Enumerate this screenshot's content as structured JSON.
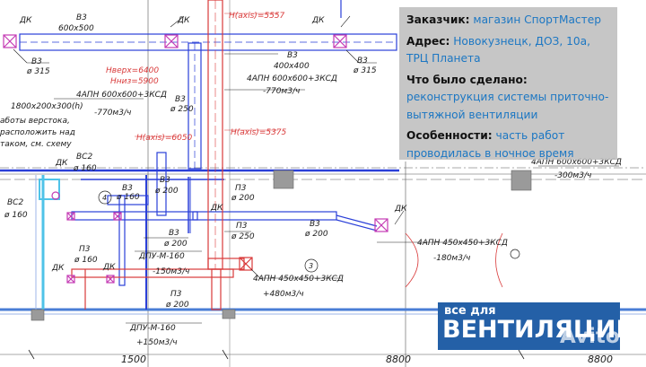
{
  "labels": {
    "b3_600x500": "В3",
    "dim_600x500": "600х500",
    "dk_top1": "ДК",
    "dk_top2": "ДК",
    "dk_top3": "ДК",
    "h_axis_5557": "H(axis)=5557",
    "h_axis_6050": "H(axis)=6050",
    "h_axis_5375": "H(axis)=5375",
    "hverh": "Hверх=6400",
    "hniz": "Hниз=5900",
    "b3_left": "В3",
    "d315_left": "ø 315",
    "b3_right_top": "В3",
    "d315_right": "ø 315",
    "b3_400x400": "В3",
    "dim_400x400": "400х400",
    "anp_left": "4АПН  600х600+3КСД",
    "flow_left": "-770м3/ч",
    "anp_mid": "4АПН  600х600+3КСД",
    "flow_mid": "-770м3/ч",
    "b3_250": "В3",
    "d250": "ø 250",
    "note_dim": "1800х200х300(h)",
    "note_l1": "аботы верстока,",
    "note_l2": "расположить над",
    "note_l3": "таком, см. схему",
    "bc2_top": "ВС2",
    "d160_top": "ø 160",
    "dk_left": "ДК",
    "bc2_left": "ВС2",
    "d160_left": "ø 160",
    "b3_160": "В3",
    "d160_b3": "ø 160",
    "b3_200": "В3",
    "d200_b3": "ø 200",
    "circle_4": "4",
    "b3_200b": "В3",
    "d200_b3b": "ø 200",
    "p3_200a": "П3",
    "d200_p3a": "ø 200",
    "p3_250": "П3",
    "d250_p3": "ø 250",
    "dk_mid": "ДК",
    "p3_160": "П3",
    "d160_p3": "ø 160",
    "dk_p3": "ДК",
    "dk_p3b": "ДК",
    "dpu_1": "ДПУ-М-160",
    "flow_150_neg": "-150м3/ч",
    "p3_200b": "П3",
    "d200_p3b": "ø 200",
    "dpu_2": "ДПУ-М-160",
    "flow_150_pos": "+150м3/ч",
    "anp_480": "4АПН  450х450+3КСД",
    "flow_480": "+480м3/ч",
    "circle_3": "3",
    "b3_200c": "В3",
    "d200_b3c": "ø 200",
    "dk_right": "ДК",
    "anp_180": "4АПН  450х450+3КСД",
    "flow_180": "-180м3/ч",
    "flow_300": "-300м3/ч",
    "anp_partial": "4АПН  600х600+3КСД",
    "dim_1500": "1500",
    "dim_8800_a": "8800",
    "dim_8800_b": "8800"
  },
  "info": {
    "customer_label": "Заказчик:",
    "customer_value": "магазин СпортМастер",
    "address_label": "Адрес:",
    "address_value": "Новокузнецк, ДОЗ, 10а, ТРЦ Планета",
    "done_label": "Что было сделано:",
    "done_value": "реконструкция системы приточно-вытяжной вентиляции",
    "features_label": "Особенности:",
    "features_value": "часть работ проводилась в ночное время"
  },
  "brand": {
    "small": "все для",
    "big": "ВЕНТИЛЯЦИИ"
  },
  "watermark": "Avito",
  "colors": {
    "duct_blue": "#2a3fd8",
    "wall_blue": "#4a7dd6",
    "red_duct": "#d93a3a",
    "pink_fitting": "#c43bb4",
    "cyan_wall": "#4fc3e8",
    "brand_blue": "#2460a7",
    "info_value": "#1c77c3"
  }
}
